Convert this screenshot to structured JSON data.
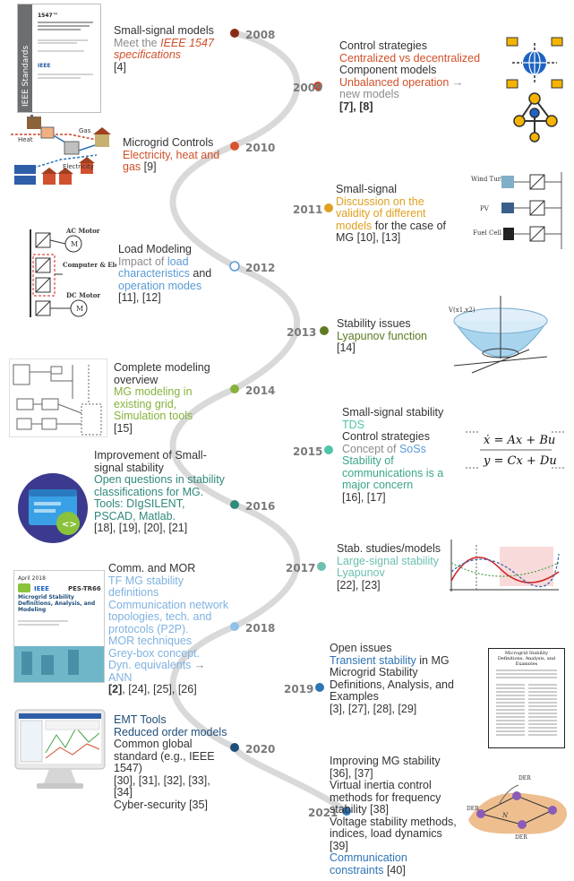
{
  "colors": {
    "wire": "#d9d9d9",
    "gray_text": "#8c8c8c",
    "orange": "#d0502a",
    "amber": "#e0a020",
    "blue": "#5b9bd5",
    "green_dark": "#5e7a24",
    "green": "#86b23c",
    "teal": "#3aa68a",
    "teal_dark": "#2f8a7a",
    "lightblue": "#7fb2e0",
    "navy": "#1f4e79",
    "royal": "#2e75b6"
  },
  "years": [
    "2008",
    "2009",
    "2010",
    "2011",
    "2012",
    "2013",
    "2014",
    "2015",
    "2016",
    "2017",
    "2018",
    "2019",
    "2020",
    "2021"
  ],
  "entries": {
    "e2008": {
      "title": "Small-signal models",
      "sub_pre": "Meet the ",
      "sub_em": "IEEE 1547 specifications",
      "ref": "[4]"
    },
    "e2009": {
      "title1": "Control strategies",
      "sub1": "Centralized vs decentralized",
      "title2": "Component models",
      "sub2": "Unbalanced operation",
      "arrow": "→",
      "sub2b": "new models",
      "ref": "[7], [8]"
    },
    "e2010": {
      "title": "Microgrid Controls",
      "sub": "Electricity, heat and gas",
      "ref": "[9]"
    },
    "e2011": {
      "title": "Small-signal",
      "sub": "Discussion on the validity of different models",
      "tail": "for the case of MG [10], [13]"
    },
    "e2012": {
      "title": "Load Modeling",
      "sub_pre": "Impact of ",
      "sub_a": "load characteristics",
      "sub_and": " and ",
      "sub_b": "operation modes",
      "ref": "[11], [12]"
    },
    "e2013": {
      "title": "Stability issues",
      "sub": "Lyapunov function",
      "ref": "[14]"
    },
    "e2014": {
      "title": "Complete modeling overview",
      "sub": "MG modeling in existing grid, Simulation tools",
      "ref": "[15]"
    },
    "e2015": {
      "title1": "Small-signal stability",
      "sub1": "TDS",
      "title2": "Control strategies",
      "sub2_pre": "Concept of ",
      "sub2_em": "SoSs",
      "sub3": "Stability of communications is a major concern",
      "ref": "[16], [17]"
    },
    "e2016": {
      "title": "Improvement of Small-signal stability",
      "sub1": "Open questions in stability classifications for MG.",
      "sub2": "Tools: DIgSILENT, PSCAD, Matlab.",
      "ref": "[18], [19], [20], [21]"
    },
    "e2017": {
      "title": "Stab. studies/models",
      "sub": "Large-signal stability Lyapunov",
      "ref": "[22], [23]"
    },
    "e2018": {
      "title": "Comm. and MOR",
      "sub1": "TF MG stability definitions",
      "sub2": "Communication network topologies, tech. and protocols (P2P).",
      "sub3": "MOR techniques",
      "sub4": "Grey-box concept.",
      "sub5": "Dyn. equivalents",
      "arrow": "→",
      "sub6": "ANN",
      "ref_bold": "[2]",
      "ref": ", [24], [25], [26]"
    },
    "e2019": {
      "title": "Open issues",
      "sub_a": "Transient stability",
      "sub_b": " in MG",
      "title2": "Microgrid Stability Definitions, Analysis, and Examples",
      "ref": "[3], [27], [28], [29]"
    },
    "e2020": {
      "sub1": "EMT Tools",
      "sub2": "Reduced order models",
      "title": "Common global standard (e.g., IEEE 1547)",
      "ref": "[30], [31], [32], [33], [34]",
      "title2": "Cyber-security",
      "ref2": "[35]"
    },
    "e2021": {
      "title": "Improving MG stability",
      "ref1": "[36], [37]",
      "t2": "Virtual inertia control methods for frequency stability",
      "ref2": "[38]",
      "t3": "Voltage stability methods, indices, load dynamics",
      "ref3": "[39]",
      "sub": "Communication constraints",
      "ref4": "[40]"
    }
  },
  "thumbs": {
    "ieee_cover": {
      "vertical": "IEEE Standards",
      "num": "1547™",
      "logo": "IEEE"
    },
    "multienergy": {
      "heat": "Heat",
      "gas": "Gas",
      "elec": "Electricity"
    },
    "ders": {
      "wind": "Wind Turbine",
      "pv": "PV",
      "fuel": "Fuel Cell"
    },
    "loads": {
      "ac": "AC Motor",
      "comp": "Computer & Electronic Applications",
      "dc": "DC Motor"
    },
    "lyap": {
      "vlabel": "V(x1,x2)"
    },
    "statespace": {
      "eq1": "ẋ = Ax + Bu",
      "eq2": "y = Cx + Du"
    },
    "report": {
      "month": "April 2018",
      "code": "PES-TR66",
      "brand": "IEEE",
      "title": "Microgrid Stability Definitions, Analysis, and Modeling"
    },
    "paper": {
      "title": "Microgrid Stability Definitions, Analysis, and Examples"
    },
    "network": {
      "der": "DER",
      "node": "N"
    }
  }
}
